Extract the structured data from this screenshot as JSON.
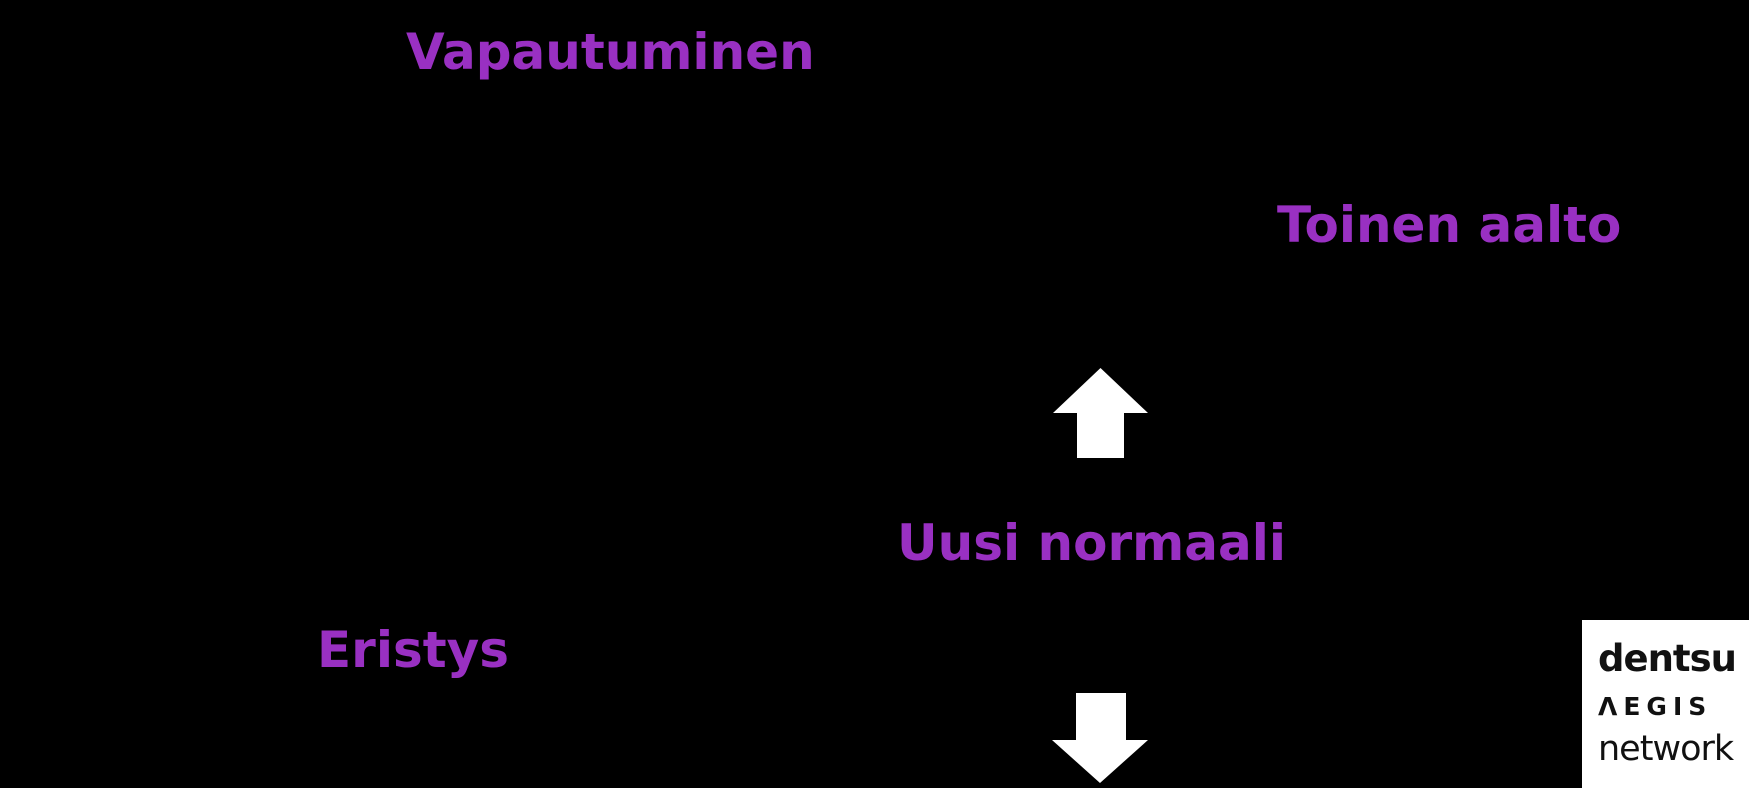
{
  "slide": {
    "background_color": "#000000",
    "accent_color": "#9930C2",
    "arrow_color": "#FFFFFF",
    "phases": {
      "eristys": "Eristys",
      "vapautuminen": "Vapautuminen",
      "uusi_normaali": "Uusi normaali",
      "toinen_aalto": "Toinen aalto"
    },
    "icons": {
      "up_arrow": "up-block-arrow",
      "down_arrow": "down-block-arrow"
    },
    "logo": {
      "background_color": "#FFFFFF",
      "text_color": "#111111",
      "line1": "dentsu",
      "line2": "ΛEGIS",
      "line3": "network"
    }
  }
}
